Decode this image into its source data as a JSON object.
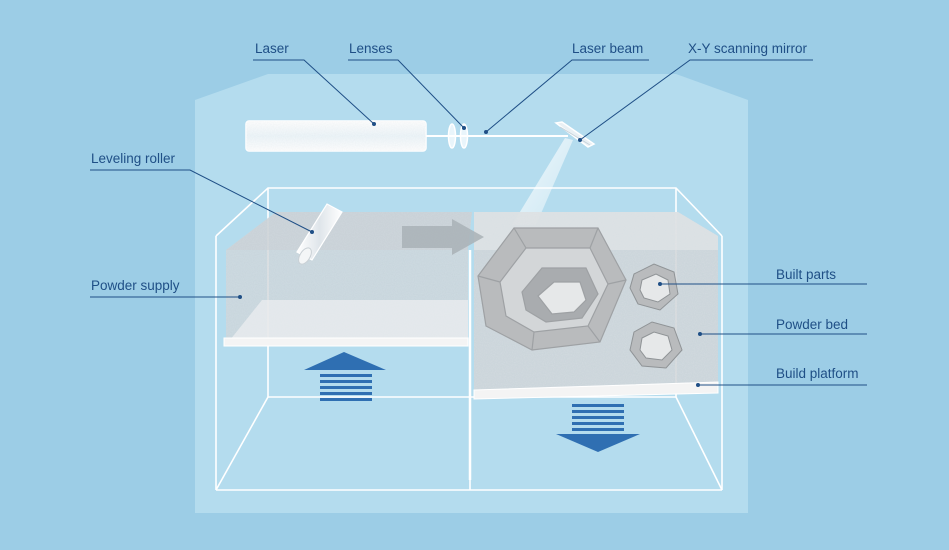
{
  "colors": {
    "background": "#9ccde6",
    "machine_body": "#b4dcee",
    "outline": "#ffffff",
    "label_text": "#1f4f86",
    "leader_line": "#1f4f86",
    "arrow": "#2f6fb2",
    "powder": "#d8dcdf",
    "platform": "#f2f2f2",
    "part": "#b9bbbd"
  },
  "labels": {
    "laser": "Laser",
    "lenses": "Lenses",
    "laser_beam": "Laser beam",
    "xy_mirror": "X-Y scanning mirror",
    "leveling_roller": "Leveling roller",
    "powder_supply": "Powder supply",
    "built_parts": "Built parts",
    "powder_bed": "Powder bed",
    "build_platform": "Build platform"
  },
  "icons": {
    "supply_arrow": "arrow-up-icon",
    "build_arrow": "arrow-down-icon",
    "powder_flow_arrow": "arrow-right-icon"
  }
}
